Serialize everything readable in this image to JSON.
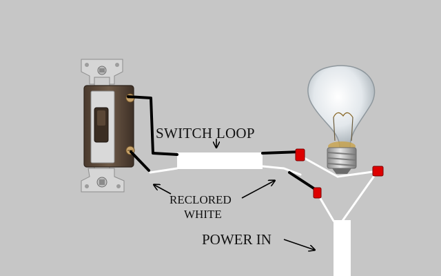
{
  "labels": {
    "switch_loop": "SWITCH LOOP",
    "reclored_line1": "RECLORED",
    "reclored_line2": "WHITE",
    "power_in": "POWER IN"
  },
  "colors": {
    "background": "#c6c6c6",
    "cable_sheath": "#ffffff",
    "black_wire": "#000000",
    "connector": "#dd0000",
    "switch_body": "#5a4a3c",
    "switch_yoke": "#d8d8d8",
    "bulb_glass": "#e9eef2",
    "bulb_base": "#b9b9b9"
  },
  "icons": [
    "toggle-switch-icon",
    "light-bulb-icon",
    "wire-nut-icon",
    "arrow-icon"
  ]
}
